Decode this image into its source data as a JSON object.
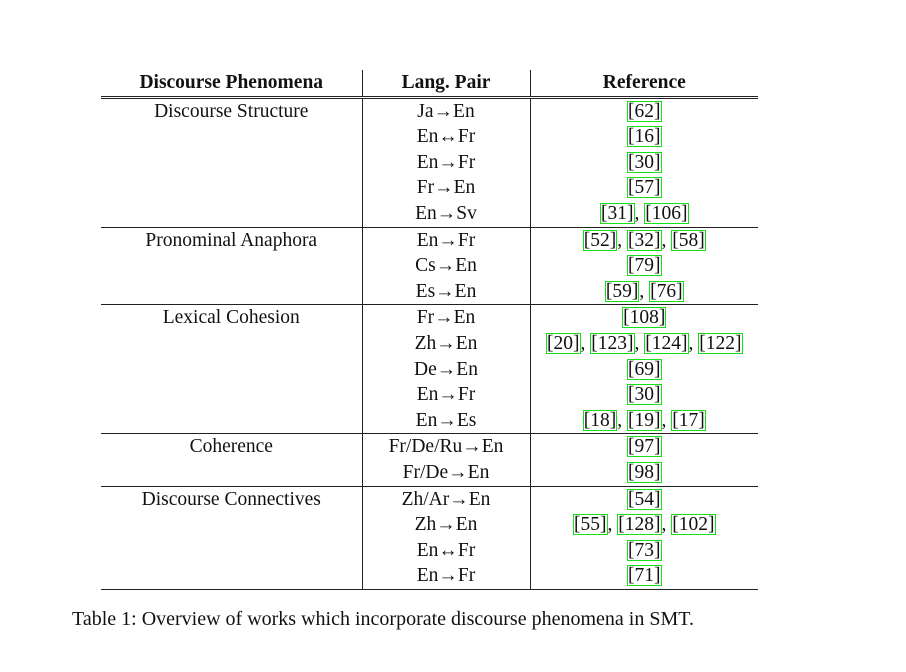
{
  "table": {
    "headers": [
      "Discourse Phenomena",
      "Lang. Pair",
      "Reference"
    ],
    "groups": [
      {
        "phenomenon": "Discourse Structure",
        "rows": [
          {
            "pair": "Ja→En",
            "refs": [
              "[62]"
            ]
          },
          {
            "pair": "En↔Fr",
            "refs": [
              "[16]"
            ]
          },
          {
            "pair": "En→Fr",
            "refs": [
              "[30]"
            ]
          },
          {
            "pair": "Fr→En",
            "refs": [
              "[57]"
            ]
          },
          {
            "pair": "En→Sv",
            "refs": [
              "[31]",
              "[106]"
            ]
          }
        ]
      },
      {
        "phenomenon": "Pronominal Anaphora",
        "rows": [
          {
            "pair": "En→Fr",
            "refs": [
              "[52]",
              "[32]",
              "[58]"
            ]
          },
          {
            "pair": "Cs→En",
            "refs": [
              "[79]"
            ]
          },
          {
            "pair": "Es→En",
            "refs": [
              "[59]",
              "[76]"
            ]
          }
        ]
      },
      {
        "phenomenon": "Lexical Cohesion",
        "rows": [
          {
            "pair": "Fr→En",
            "refs": [
              "[108]"
            ]
          },
          {
            "pair": "Zh→En",
            "refs": [
              "[20]",
              "[123]",
              "[124]",
              "[122]"
            ]
          },
          {
            "pair": "De→En",
            "refs": [
              "[69]"
            ]
          },
          {
            "pair": "En→Fr",
            "refs": [
              "[30]"
            ]
          },
          {
            "pair": "En→Es",
            "refs": [
              "[18]",
              "[19]",
              "[17]"
            ]
          }
        ]
      },
      {
        "phenomenon": "Coherence",
        "rows": [
          {
            "pair": "Fr/De/Ru→En",
            "refs": [
              "[97]"
            ]
          },
          {
            "pair": "Fr/De→En",
            "refs": [
              "[98]"
            ]
          }
        ]
      },
      {
        "phenomenon": "Discourse Connectives",
        "rows": [
          {
            "pair": "Zh/Ar→En",
            "refs": [
              "[54]"
            ]
          },
          {
            "pair": "Zh→En",
            "refs": [
              "[55]",
              "[128]",
              "[102]"
            ]
          },
          {
            "pair": "En↔Fr",
            "refs": [
              "[73]"
            ]
          },
          {
            "pair": "En→Fr",
            "refs": [
              "[71]"
            ]
          }
        ]
      }
    ]
  },
  "caption": "Table 1: Overview of works which incorporate discourse phenomena in SMT.",
  "colors": {
    "link_box": "#16e016",
    "rule": "#222222",
    "text": "#111111"
  }
}
